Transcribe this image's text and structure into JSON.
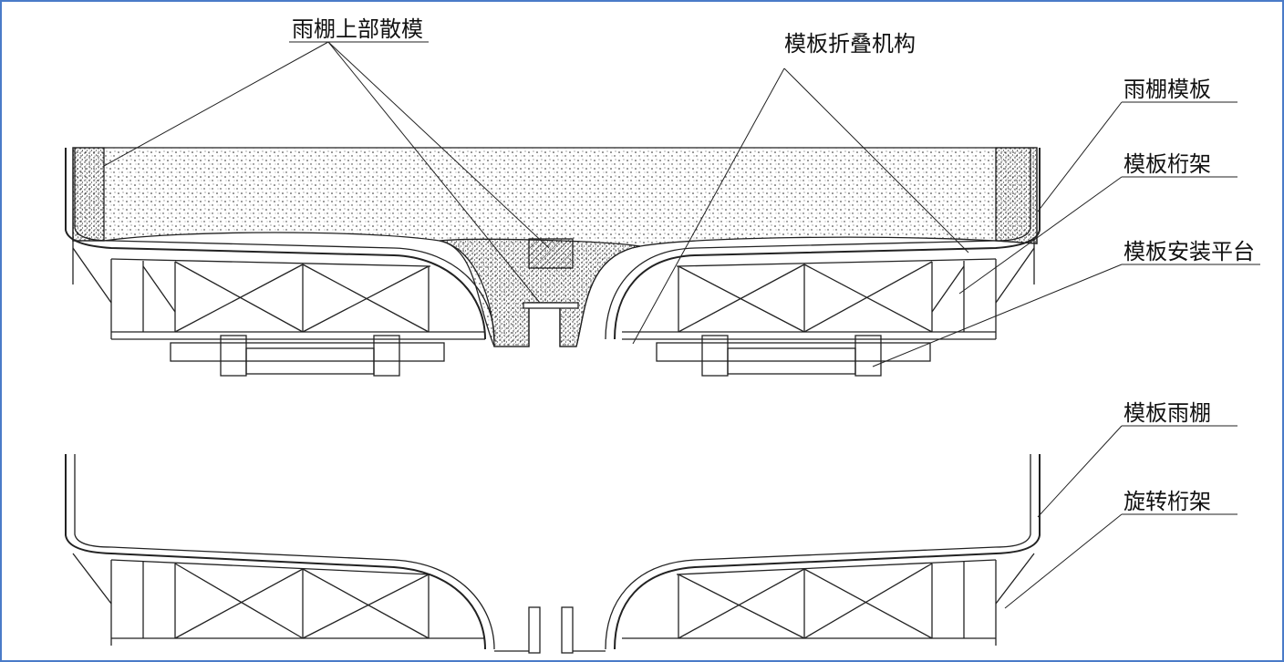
{
  "labels": {
    "canopy_top_loose_form": "雨棚上部散模",
    "formwork_folding_mechanism": "模板折叠机构",
    "canopy_formwork": "雨棚模板",
    "formwork_truss": "模板桁架",
    "formwork_install_platform": "模板安装平台",
    "formwork_canopy": "模板雨棚",
    "rotating_truss": "旋转桁架"
  },
  "colors": {
    "border": "#4a7bc8",
    "line": "#222222"
  }
}
